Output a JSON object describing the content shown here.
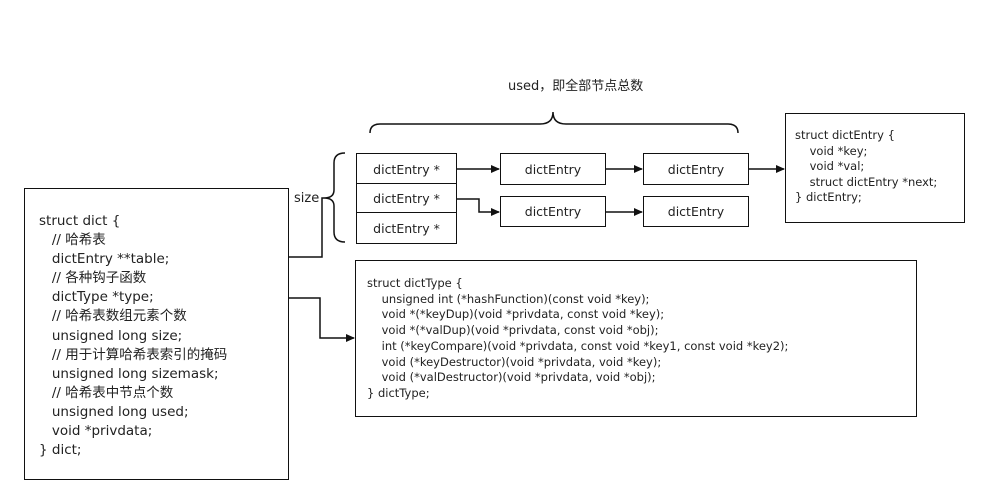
{
  "used_label": "used，即全部节点总数",
  "size_label": "size",
  "table": [
    "dictEntry *",
    "dictEntry *",
    "dictEntry *"
  ],
  "chain1": [
    "dictEntry",
    "dictEntry"
  ],
  "chain2": [
    "dictEntry",
    "dictEntry"
  ],
  "struct_dict": [
    "struct dict {",
    "   // 哈希表",
    "   dictEntry **table;",
    "   // 各种钩子函数",
    "   dictType *type;",
    "   // 哈希表数组元素个数",
    "   unsigned long size;",
    "   // 用于计算哈希表索引的掩码",
    "   unsigned long sizemask;",
    "   // 哈希表中节点个数",
    "   unsigned long used;",
    "   void *privdata;",
    "} dict;"
  ],
  "struct_entry": [
    "struct dictEntry {",
    "    void *key;",
    "    void *val;",
    "    struct dictEntry *next;",
    "} dictEntry;"
  ],
  "struct_type": [
    "struct dictType {",
    "    unsigned int (*hashFunction)(const void *key);",
    "    void *(*keyDup)(void *privdata, const void *key);",
    "    void *(*valDup)(void *privdata, const void *obj);",
    "    int (*keyCompare)(void *privdata, const void *key1, const void *key2);",
    "    void (*keyDestructor)(void *privdata, void *key);",
    "    void (*valDestructor)(void *privdata, void *obj);",
    "} dictType;"
  ],
  "colors": {
    "line": "#111111",
    "text": "#222222"
  }
}
